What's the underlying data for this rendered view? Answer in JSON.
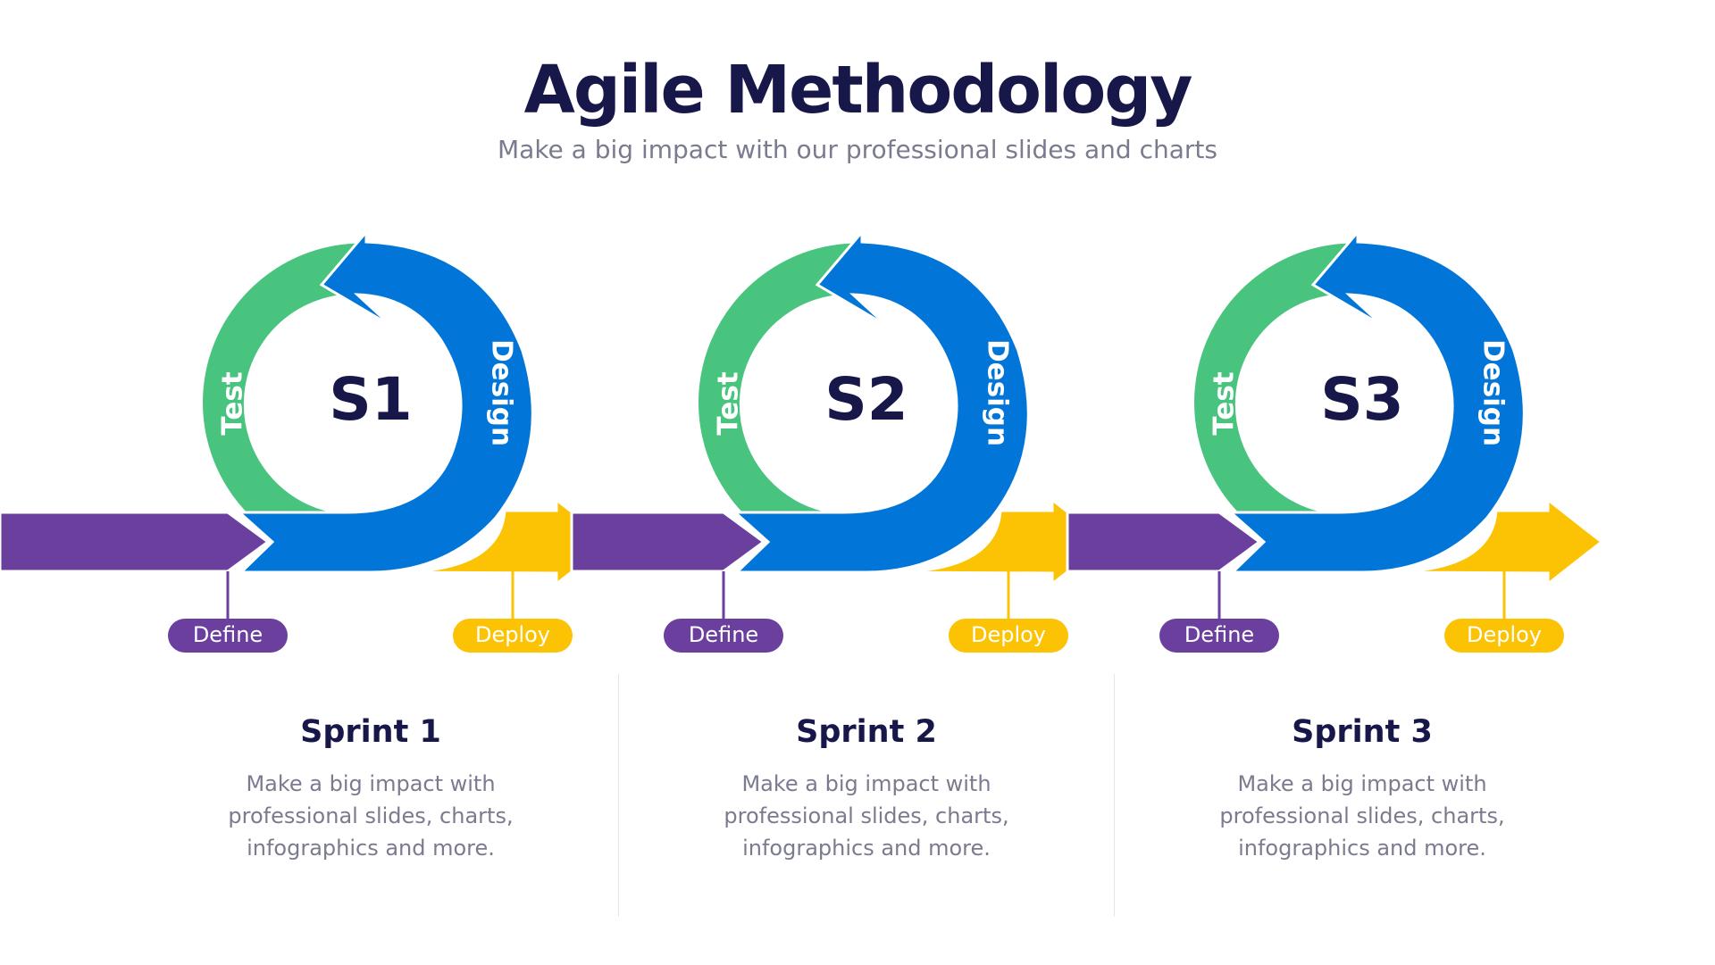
{
  "header": {
    "title": "Agile Methodology",
    "subtitle": "Make a big impact with our professional slides and charts"
  },
  "colors": {
    "title": "#17174a",
    "text_muted": "#7b7b8f",
    "define_purple": "#6a3f9e",
    "design_blue": "#0276d8",
    "test_green": "#49c47f",
    "deploy_yellow": "#fcc304"
  },
  "sprints": [
    {
      "code": "S1",
      "test_label": "Test",
      "design_label": "Design",
      "define_label": "Define",
      "deploy_label": "Deploy",
      "title": "Sprint 1",
      "description": "Make a big impact with professional slides, charts, infographics and more."
    },
    {
      "code": "S2",
      "test_label": "Test",
      "design_label": "Design",
      "define_label": "Define",
      "deploy_label": "Deploy",
      "title": "Sprint 2",
      "description": "Make a big impact with professional slides, charts, infographics and more."
    },
    {
      "code": "S3",
      "test_label": "Test",
      "design_label": "Design",
      "define_label": "Define",
      "deploy_label": "Deploy",
      "title": "Sprint 3",
      "description": "Make a big impact with professional slides, charts, infographics and more."
    }
  ]
}
